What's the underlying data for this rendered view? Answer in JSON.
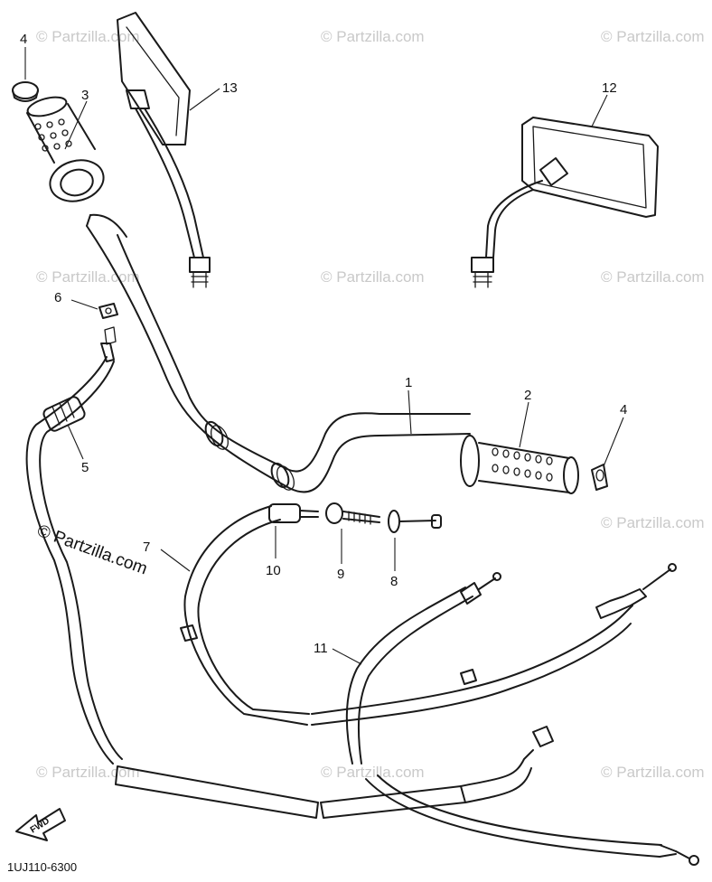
{
  "diagram": {
    "callouts": [
      "1",
      "2",
      "3",
      "4",
      "4",
      "5",
      "6",
      "7",
      "8",
      "9",
      "10",
      "11",
      "12",
      "13"
    ],
    "watermark": "Partzilla.com",
    "watermark_copyright": "©",
    "front_arrow_label": "FWD",
    "diagram_code": "1UJ110-6300"
  }
}
